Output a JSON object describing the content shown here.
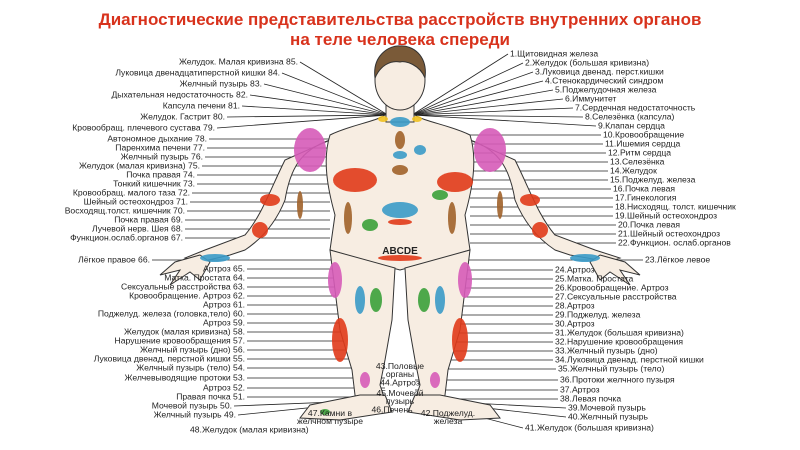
{
  "title": {
    "line1": "Диагностические представительства расстройств внутренних органов",
    "line2": "на теле человека спереди"
  },
  "colors": {
    "title": "#d8321c",
    "skin": "#f7ede2",
    "pink": "#d65bb8",
    "blue": "#3a9ac8",
    "red": "#e03a1a",
    "brown": "#a0622a",
    "green": "#3aa03a",
    "yellow": "#f0c020"
  },
  "figure_marker": "ABCDE",
  "labels_left": [
    "Желудок. Малая кривизна 85.",
    "Луковица двенадцатиперстной кишки 84.",
    "Желчный пузырь 83.",
    "Дыхательная недостаточность 82.",
    "Капсула печени 81.",
    "Желудок. Гастрит 80.",
    "Кровообращ. плечевого сустава 79.",
    "Автономное дыхание 78.",
    "Паренхима печени 77.",
    "Желчный пузырь 76.",
    "Желудок (малая кривизна) 75.",
    "Почка правая 74.",
    "Тонкий кишечник 73.",
    "Кровообращ. малого таза 72.",
    "Шейный остеохондроз 71.",
    "Восходящ.толст. кишечник 70.",
    "Почка правая 69.",
    "Лучевой нерв. Шея 68.",
    "Функцион.ослаб.органов 67.",
    "Лёгкое правое 66.",
    "Артроз 65.",
    "Матка. Простата 64.",
    "Сексуальные расстройства 63.",
    "Кровообращение. Артроз 62.",
    "Артроз 61.",
    "Поджелуд. железа (головка,тело) 60.",
    "Артроз 59.",
    "Желудок (малая кривизна) 58.",
    "Нарушение кровообращения 57.",
    "Желчный пузырь (дно) 56.",
    "Луковица двенад. перстной кишки 55.",
    "Желчный пузырь (тело) 54.",
    "Желчевыводящие протоки 53.",
    "Артроз 52.",
    "Правая почка 51.",
    "Мочевой пузырь 50.",
    "Желчный пузырь 49."
  ],
  "labels_right": [
    "1.Щитовидная железа",
    "2.Желудок (большая кривизна)",
    "3.Луковица двенад. перст.кишки",
    "4.Стенокардический синдром",
    "5.Поджелудочная железа",
    "6.Иммунитет",
    "7.Сердечная недостаточность",
    "8.Селезёнка (капсула)",
    "9.Клапан сердца",
    "10.Кровообращение",
    "11.Ишемия сердца",
    "12.Ритм сердца",
    "13.Селезёнка",
    "14.Желудок",
    "15.Поджелуд. железа",
    "16.Почка левая",
    "17.Гинекология",
    "18.Нисходящ. толст. кишечник",
    "19.Шейный остеохондроз",
    "20.Почка левая",
    "21.Шейный остеохондроз",
    "22.Функцион. ослаб.органов",
    "23.Лёгкое левое",
    "24.Артроз",
    "25.Матка. Простата",
    "26.Кровообращение. Артроз",
    "27.Сексуальные расстройства",
    "28.Артроз",
    "29.Поджелуд. железа",
    "30.Артроз",
    "31.Желудок (большая кривизна)",
    "32.Нарушение кровообращения",
    "33.Желчный пузырь (дно)",
    "34.Луковица двенад. перстной кишки",
    "35.Желчный пузырь (тело)",
    "36.Протоки желчного пузыря",
    "37.Артроз",
    "38.Левая почка",
    "39.Мочевой пузырь",
    "40.Желчный пузырь",
    "41.Желудок (большая кривизна)"
  ],
  "labels_bottom": [
    "42.Поджелуд. железа",
    "43.Половые органы",
    "44.Артроз",
    "45.Мочевой пузырь",
    "46.Печень",
    "47.Камни в желчном пузыре",
    "48.Желудок (малая кривизна)"
  ]
}
